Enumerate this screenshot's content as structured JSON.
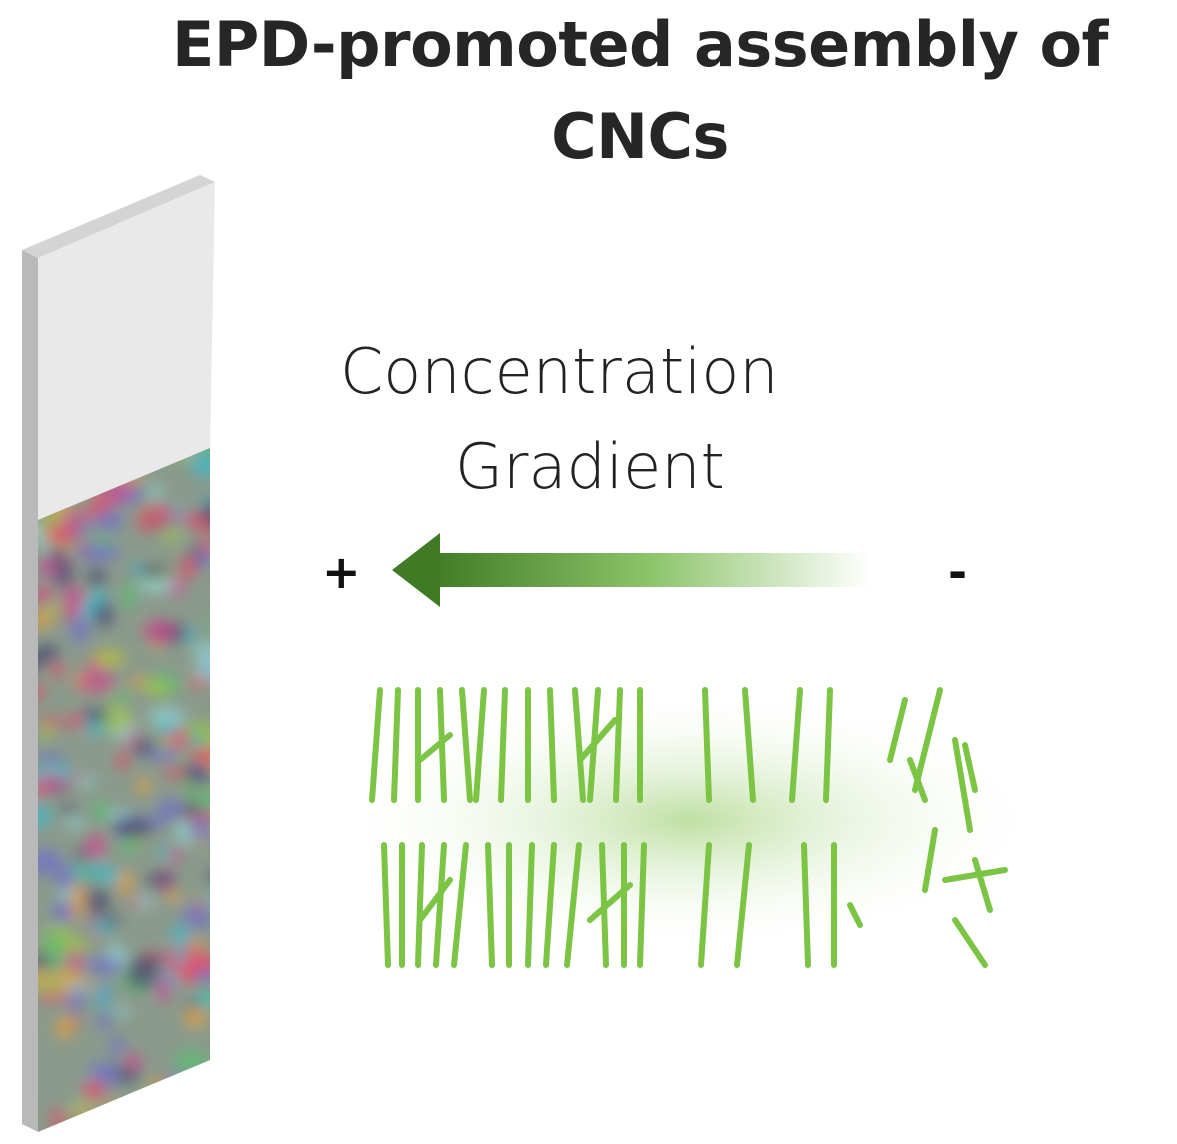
{
  "title": {
    "line1": "EPD-promoted assembly of",
    "line2": "CNCs"
  },
  "gradient_label": {
    "line1": "Concentration",
    "line2": "Gradient"
  },
  "electrodes": {
    "positive": "+",
    "negative": "-"
  },
  "colors": {
    "rod": "#7cc444",
    "arrow_dark": "#3f7a25",
    "electrode_gray": "#e9e9e9"
  }
}
